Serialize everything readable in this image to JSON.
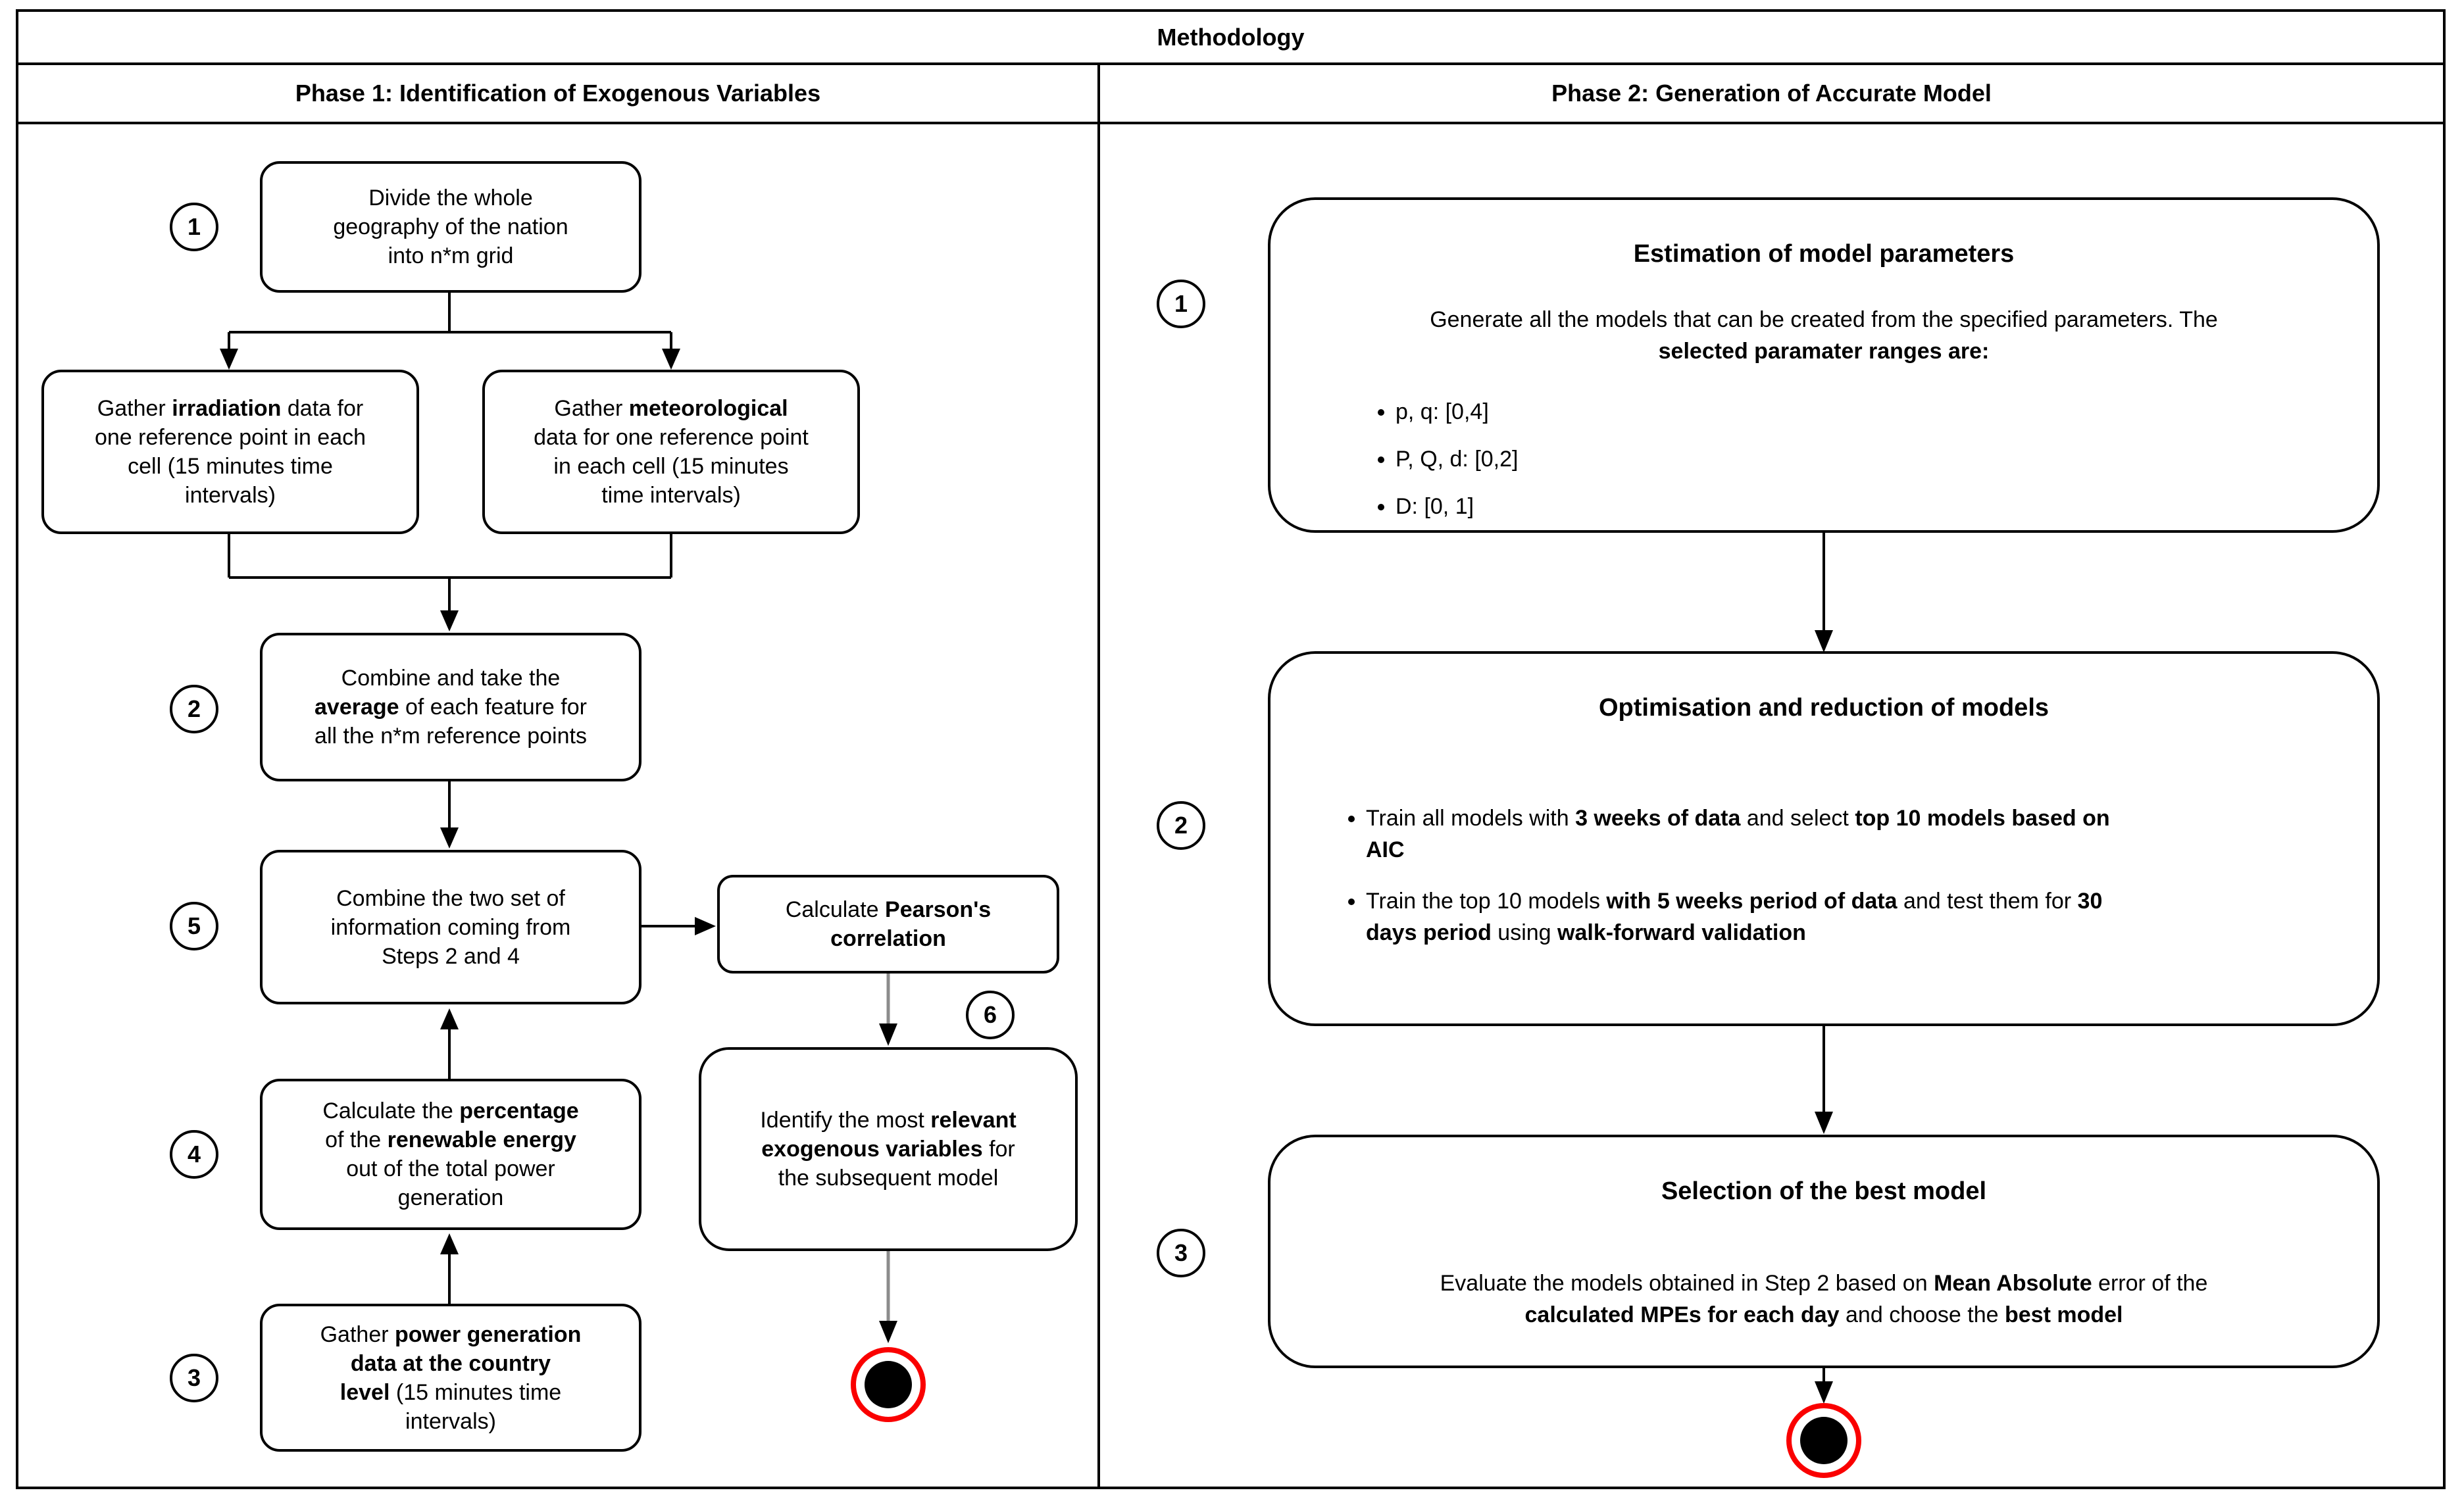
{
  "diagram": {
    "title": "Methodology",
    "colors": {
      "end_state_ring": "#fa0000",
      "end_state_core": "#000000",
      "connector_gray": "#8c8c8c",
      "connector_black": "#000000"
    },
    "phase1": {
      "header": "Phase 1: Identification of Exogenous Variables",
      "badges": {
        "divide": "1",
        "combine_avg": "2",
        "combine_sets": "5",
        "percentage": "4",
        "power": "3",
        "pearson_out": "6"
      },
      "boxes": {
        "divide": {
          "lines": [
            "Divide the whole",
            "geography of the nation",
            "into n*m grid"
          ]
        },
        "irradiation": {
          "lines": [
            [
              {
                "t": "Gather "
              },
              {
                "t": "irradiation",
                "b": true
              },
              {
                "t": " data for"
              }
            ],
            "one reference point in each",
            "cell (15 minutes time",
            "intervals)"
          ]
        },
        "meteorological": {
          "lines": [
            [
              {
                "t": "Gather "
              },
              {
                "t": "meteorological",
                "b": true
              }
            ],
            "data for one reference point",
            "in each cell (15 minutes",
            "time intervals)"
          ]
        },
        "combine_avg": {
          "lines": [
            "Combine and take the",
            [
              {
                "t": "average",
                "b": true
              },
              {
                "t": " of each feature for"
              }
            ],
            "all the n*m reference points"
          ]
        },
        "combine_sets": {
          "lines": [
            "Combine the two set of",
            "information coming from",
            "Steps 2 and 4"
          ]
        },
        "pearson": {
          "lines": [
            [
              {
                "t": "Calculate "
              },
              {
                "t": "Pearson's",
                "b": true
              }
            ],
            [
              {
                "t": "correlation",
                "b": true
              }
            ]
          ]
        },
        "identify": {
          "lines": [
            [
              {
                "t": "Identify the most "
              },
              {
                "t": "relevant",
                "b": true
              }
            ],
            [
              {
                "t": "exogenous variables",
                "b": true
              },
              {
                "t": " for"
              }
            ],
            "the subsequent model"
          ]
        },
        "percentage": {
          "lines": [
            [
              {
                "t": "Calculate the "
              },
              {
                "t": "percentage",
                "b": true
              }
            ],
            [
              {
                "t": "of the "
              },
              {
                "t": "renewable energy",
                "b": true
              }
            ],
            "out of the total power",
            "generation"
          ]
        },
        "power": {
          "lines": [
            [
              {
                "t": "Gather "
              },
              {
                "t": "power generation",
                "b": true
              }
            ],
            [
              {
                "t": "data at the country",
                "b": true
              }
            ],
            [
              {
                "t": "level",
                "b": true
              },
              {
                "t": " (15 minutes time"
              }
            ],
            "intervals)"
          ]
        }
      }
    },
    "phase2": {
      "header": "Phase 2: Generation of Accurate Model",
      "badges": {
        "estimation": "1",
        "optimisation": "2",
        "selection": "3"
      },
      "estimation": {
        "title": "Estimation of model parameters",
        "body_lines": [
          "Generate all the models that can be created from the specified parameters. The",
          [
            {
              "t": "selected paramater ranges are:",
              "b": true
            }
          ]
        ],
        "bullets": [
          "p, q: [0,4]",
          "P, Q, d: [0,2]",
          "D: [0, 1]"
        ]
      },
      "optimisation": {
        "title": "Optimisation and reduction of models",
        "bullets": [
          [
            [
              {
                "t": "Train all models with "
              },
              {
                "t": "3 weeks of data",
                "b": true
              },
              {
                "t": " and select "
              },
              {
                "t": "top 10 models based on",
                "b": true
              }
            ],
            [
              {
                "t": "AIC",
                "b": true
              }
            ]
          ],
          [
            [
              {
                "t": "Train the top 10 models "
              },
              {
                "t": "with 5 weeks period of data",
                "b": true
              },
              {
                "t": " and test them for "
              },
              {
                "t": "30",
                "b": true
              }
            ],
            [
              {
                "t": "days period",
                "b": true
              },
              {
                "t": " using "
              },
              {
                "t": "walk-forward validation",
                "b": true
              }
            ]
          ]
        ]
      },
      "selection": {
        "title": "Selection of the best model",
        "body_lines": [
          [
            {
              "t": "Evaluate the models obtained in Step 2 based on "
            },
            {
              "t": "Mean Absolute",
              "b": true
            },
            {
              "t": " error of the"
            }
          ],
          [
            {
              "t": "calculated MPEs for each day",
              "b": true
            },
            {
              "t": " and choose the "
            },
            {
              "t": "best model",
              "b": true
            }
          ]
        ]
      }
    }
  }
}
